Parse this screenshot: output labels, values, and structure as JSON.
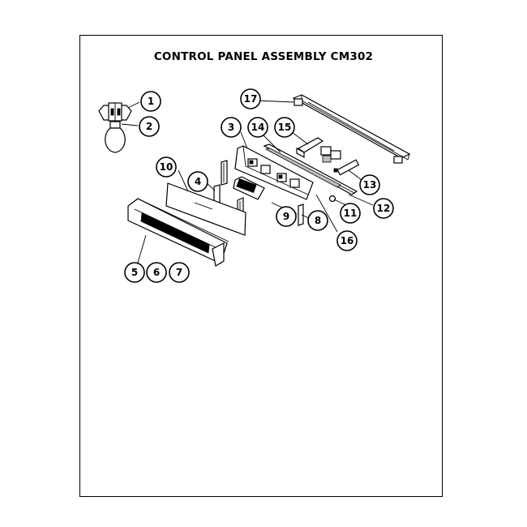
{
  "diagram": {
    "title": "CONTROL PANEL ASSEMBLY CM302",
    "callouts": [
      "1",
      "2",
      "3",
      "4",
      "5",
      "6",
      "7",
      "8",
      "9",
      "10",
      "11",
      "12",
      "13",
      "14",
      "15",
      "16",
      "17"
    ]
  }
}
